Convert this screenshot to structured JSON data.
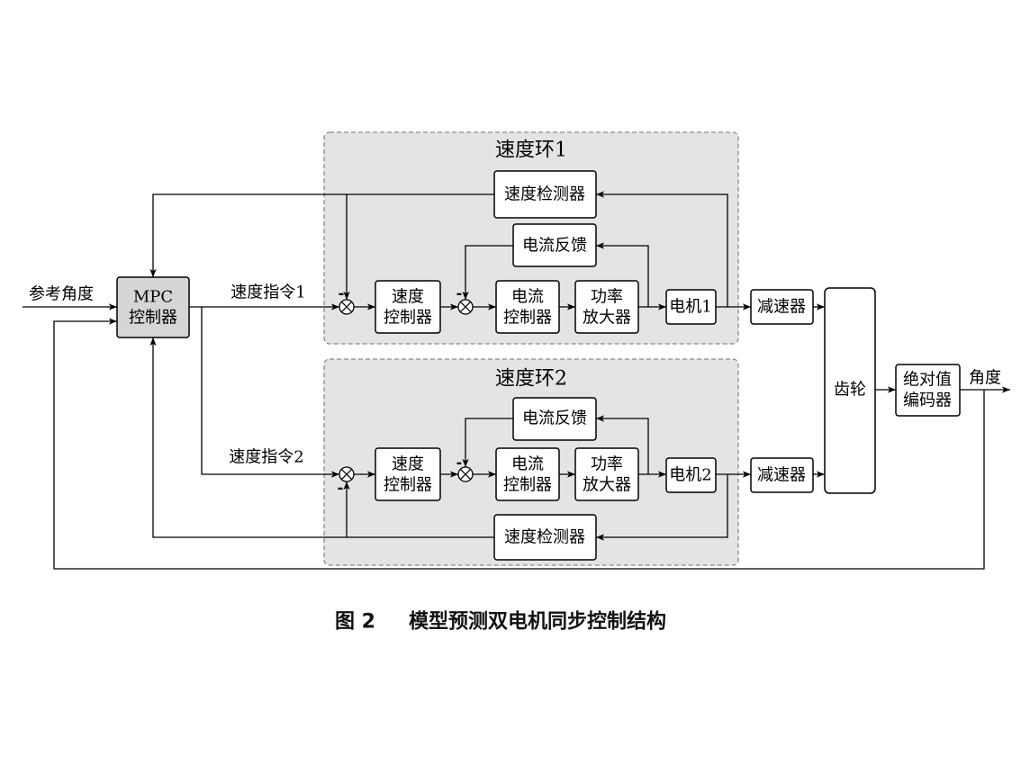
{
  "input_label": "参考角度",
  "output_label": "角度",
  "mpc": {
    "line1": "MPC",
    "line2": "控制器"
  },
  "loop1": {
    "title": "速度环1",
    "command": "速度指令1",
    "minus_outer": "-",
    "minus_inner": "-",
    "speed_controller": [
      "速度",
      "控制器"
    ],
    "current_controller": [
      "电流",
      "控制器"
    ],
    "power_amp": [
      "功率",
      "放大器"
    ],
    "motor": "电机1",
    "reducer": "减速器",
    "speed_detector": "速度检测器",
    "current_feedback": "电流反馈"
  },
  "loop2": {
    "title": "速度环2",
    "command": "速度指令2",
    "minus_outer": "-",
    "minus_inner": "-",
    "speed_controller": [
      "速度",
      "控制器"
    ],
    "current_controller": [
      "电流",
      "控制器"
    ],
    "power_amp": [
      "功率",
      "放大器"
    ],
    "motor": "电机2",
    "reducer": "减速器",
    "speed_detector": "速度检测器",
    "current_feedback": "电流反馈"
  },
  "gear": "齿轮",
  "encoder": [
    "绝对值",
    "编码器"
  ],
  "caption": {
    "figure": "图 2",
    "title": "模型预测双电机同步控制结构"
  }
}
